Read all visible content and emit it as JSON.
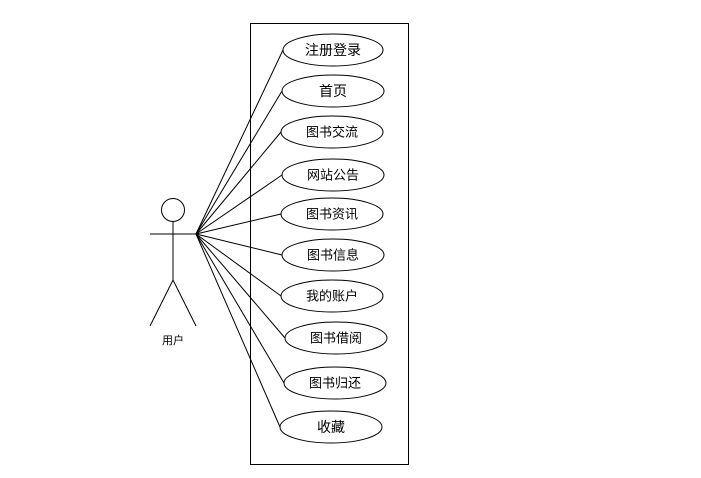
{
  "actor": {
    "label": "用户"
  },
  "use_cases": [
    {
      "label": "注册登录"
    },
    {
      "label": "首页"
    },
    {
      "label": "图书交流"
    },
    {
      "label": "网站公告"
    },
    {
      "label": "图书资讯"
    },
    {
      "label": "图书信息"
    },
    {
      "label": "我的账户"
    },
    {
      "label": "图书借阅"
    },
    {
      "label": "图书归还"
    },
    {
      "label": "收藏"
    }
  ],
  "colors": {
    "stroke": "#000000",
    "background": "#ffffff"
  }
}
